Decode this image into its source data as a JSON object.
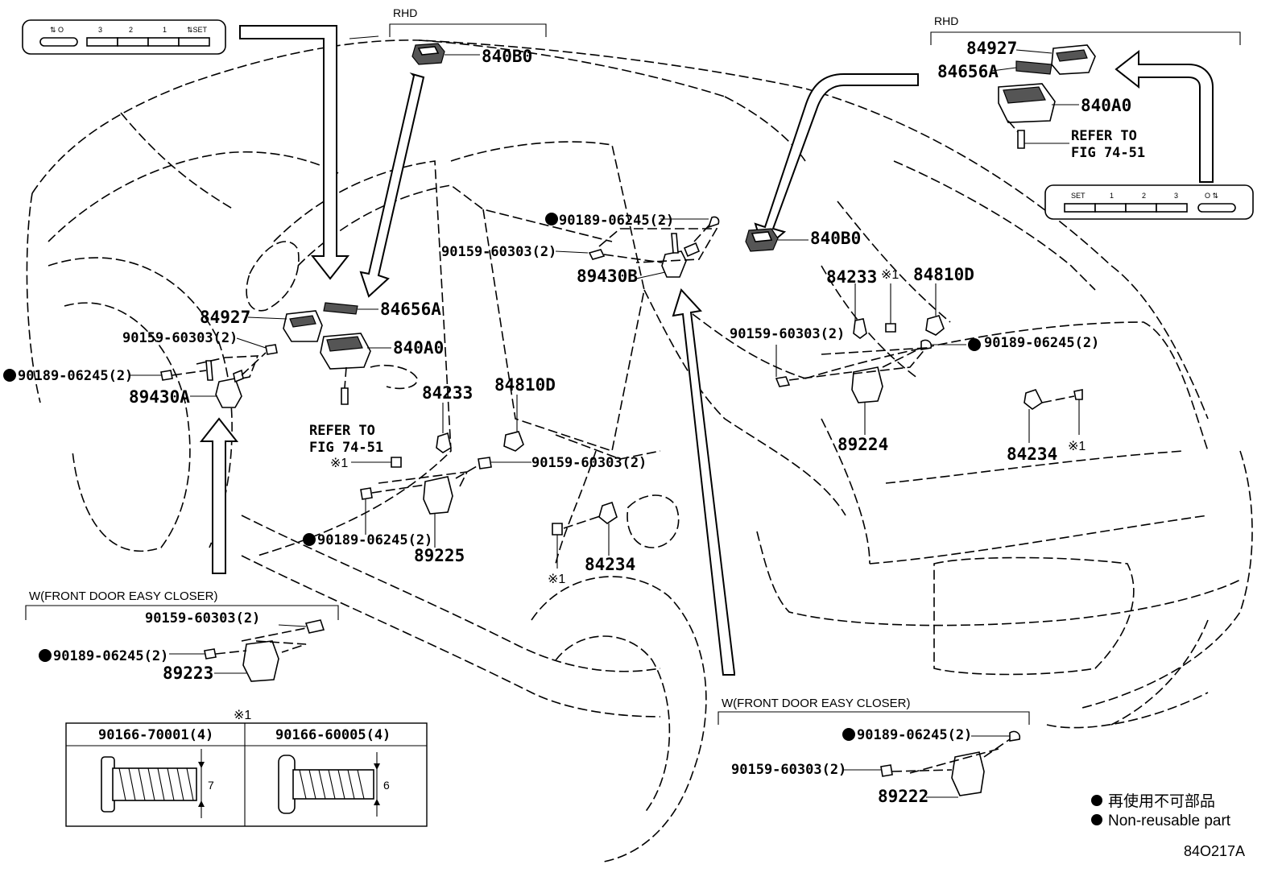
{
  "rhd_top": "RHD",
  "rhd_right": "RHD",
  "sw_left": {
    "b1": "⇅ O",
    "b2": "3",
    "b3": "2",
    "b4": "1",
    "b5": "⇅SET"
  },
  "sw_right": {
    "b1": "SET",
    "b2": "1",
    "b3": "2",
    "b4": "3",
    "b5": "O ⇅"
  },
  "labels": {
    "l840B0_top": "840B0",
    "l84927_r": "84927",
    "l84656A_r": "84656A",
    "l840A0_r": "840A0",
    "refer_r1": "REFER TO",
    "refer_r2": "FIG 74-51",
    "l90189_a": "90189-06245(2)",
    "l90159_a": "90159-60303(2)",
    "l89430B": "89430B",
    "l840B0_mid": "840B0",
    "l84233_r": "84233",
    "note_r": "※1",
    "l84810D_r": "84810D",
    "l84927_l": "84927",
    "l84656A_l": "84656A",
    "l90159_b": "90159-60303(2)",
    "l840A0_l": "840A0",
    "l90189_b": "90189-06245(2)",
    "l89430A": "89430A",
    "l90159_c": "90159-60303(2)",
    "l90189_c": "90189-06245(2)",
    "l84233_m": "84233",
    "l84810D_m": "84810D",
    "refer_l1": "REFER TO",
    "refer_l2": "FIG 74-51",
    "note_m": "※1",
    "l90159_d": "90159-60303(2)",
    "l90189_d": "90189-06245(2)",
    "l89225": "89225",
    "l84234_m": "84234",
    "note_b": "※1",
    "l89224": "89224",
    "l84234_r": "84234",
    "note_rr": "※1",
    "closer_l": "W(FRONT DOOR EASY CLOSER)",
    "l90159_e": "90159-60303(2)",
    "l90189_e": "90189-06245(2)",
    "l89223": "89223",
    "closer_r": "W(FRONT DOOR EASY CLOSER)",
    "l90189_f": "90189-06245(2)",
    "l90159_f": "90159-60303(2)",
    "l89222": "89222"
  },
  "bolt_table": {
    "note": "※1",
    "col1": "90166-70001(4)",
    "col2": "90166-60005(4)",
    "dim1": "7",
    "dim2": "6"
  },
  "legend": {
    "jp": "再使用不可部品",
    "en": "Non-reusable part"
  },
  "figure_id": "84O217A"
}
